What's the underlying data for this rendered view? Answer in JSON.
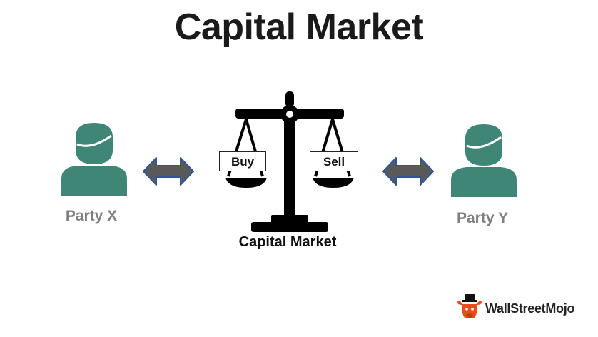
{
  "title": "Capital Market",
  "left_party": {
    "label": "Party X",
    "icon": "person-icon",
    "color": "#3f8676"
  },
  "right_party": {
    "label": "Party Y",
    "icon": "person-icon",
    "color": "#3f8676"
  },
  "scale": {
    "icon": "balance-scale-icon",
    "left_pan_label": "Buy",
    "right_pan_label": "Sell",
    "caption": "Capital Market"
  },
  "arrow": {
    "icon": "double-arrow-icon",
    "fill": "#595959",
    "stroke": "#2f5597"
  },
  "logo": {
    "text": "WallStreetMojo",
    "icon": "bull-mascot-icon",
    "color": "#e84e1b"
  }
}
